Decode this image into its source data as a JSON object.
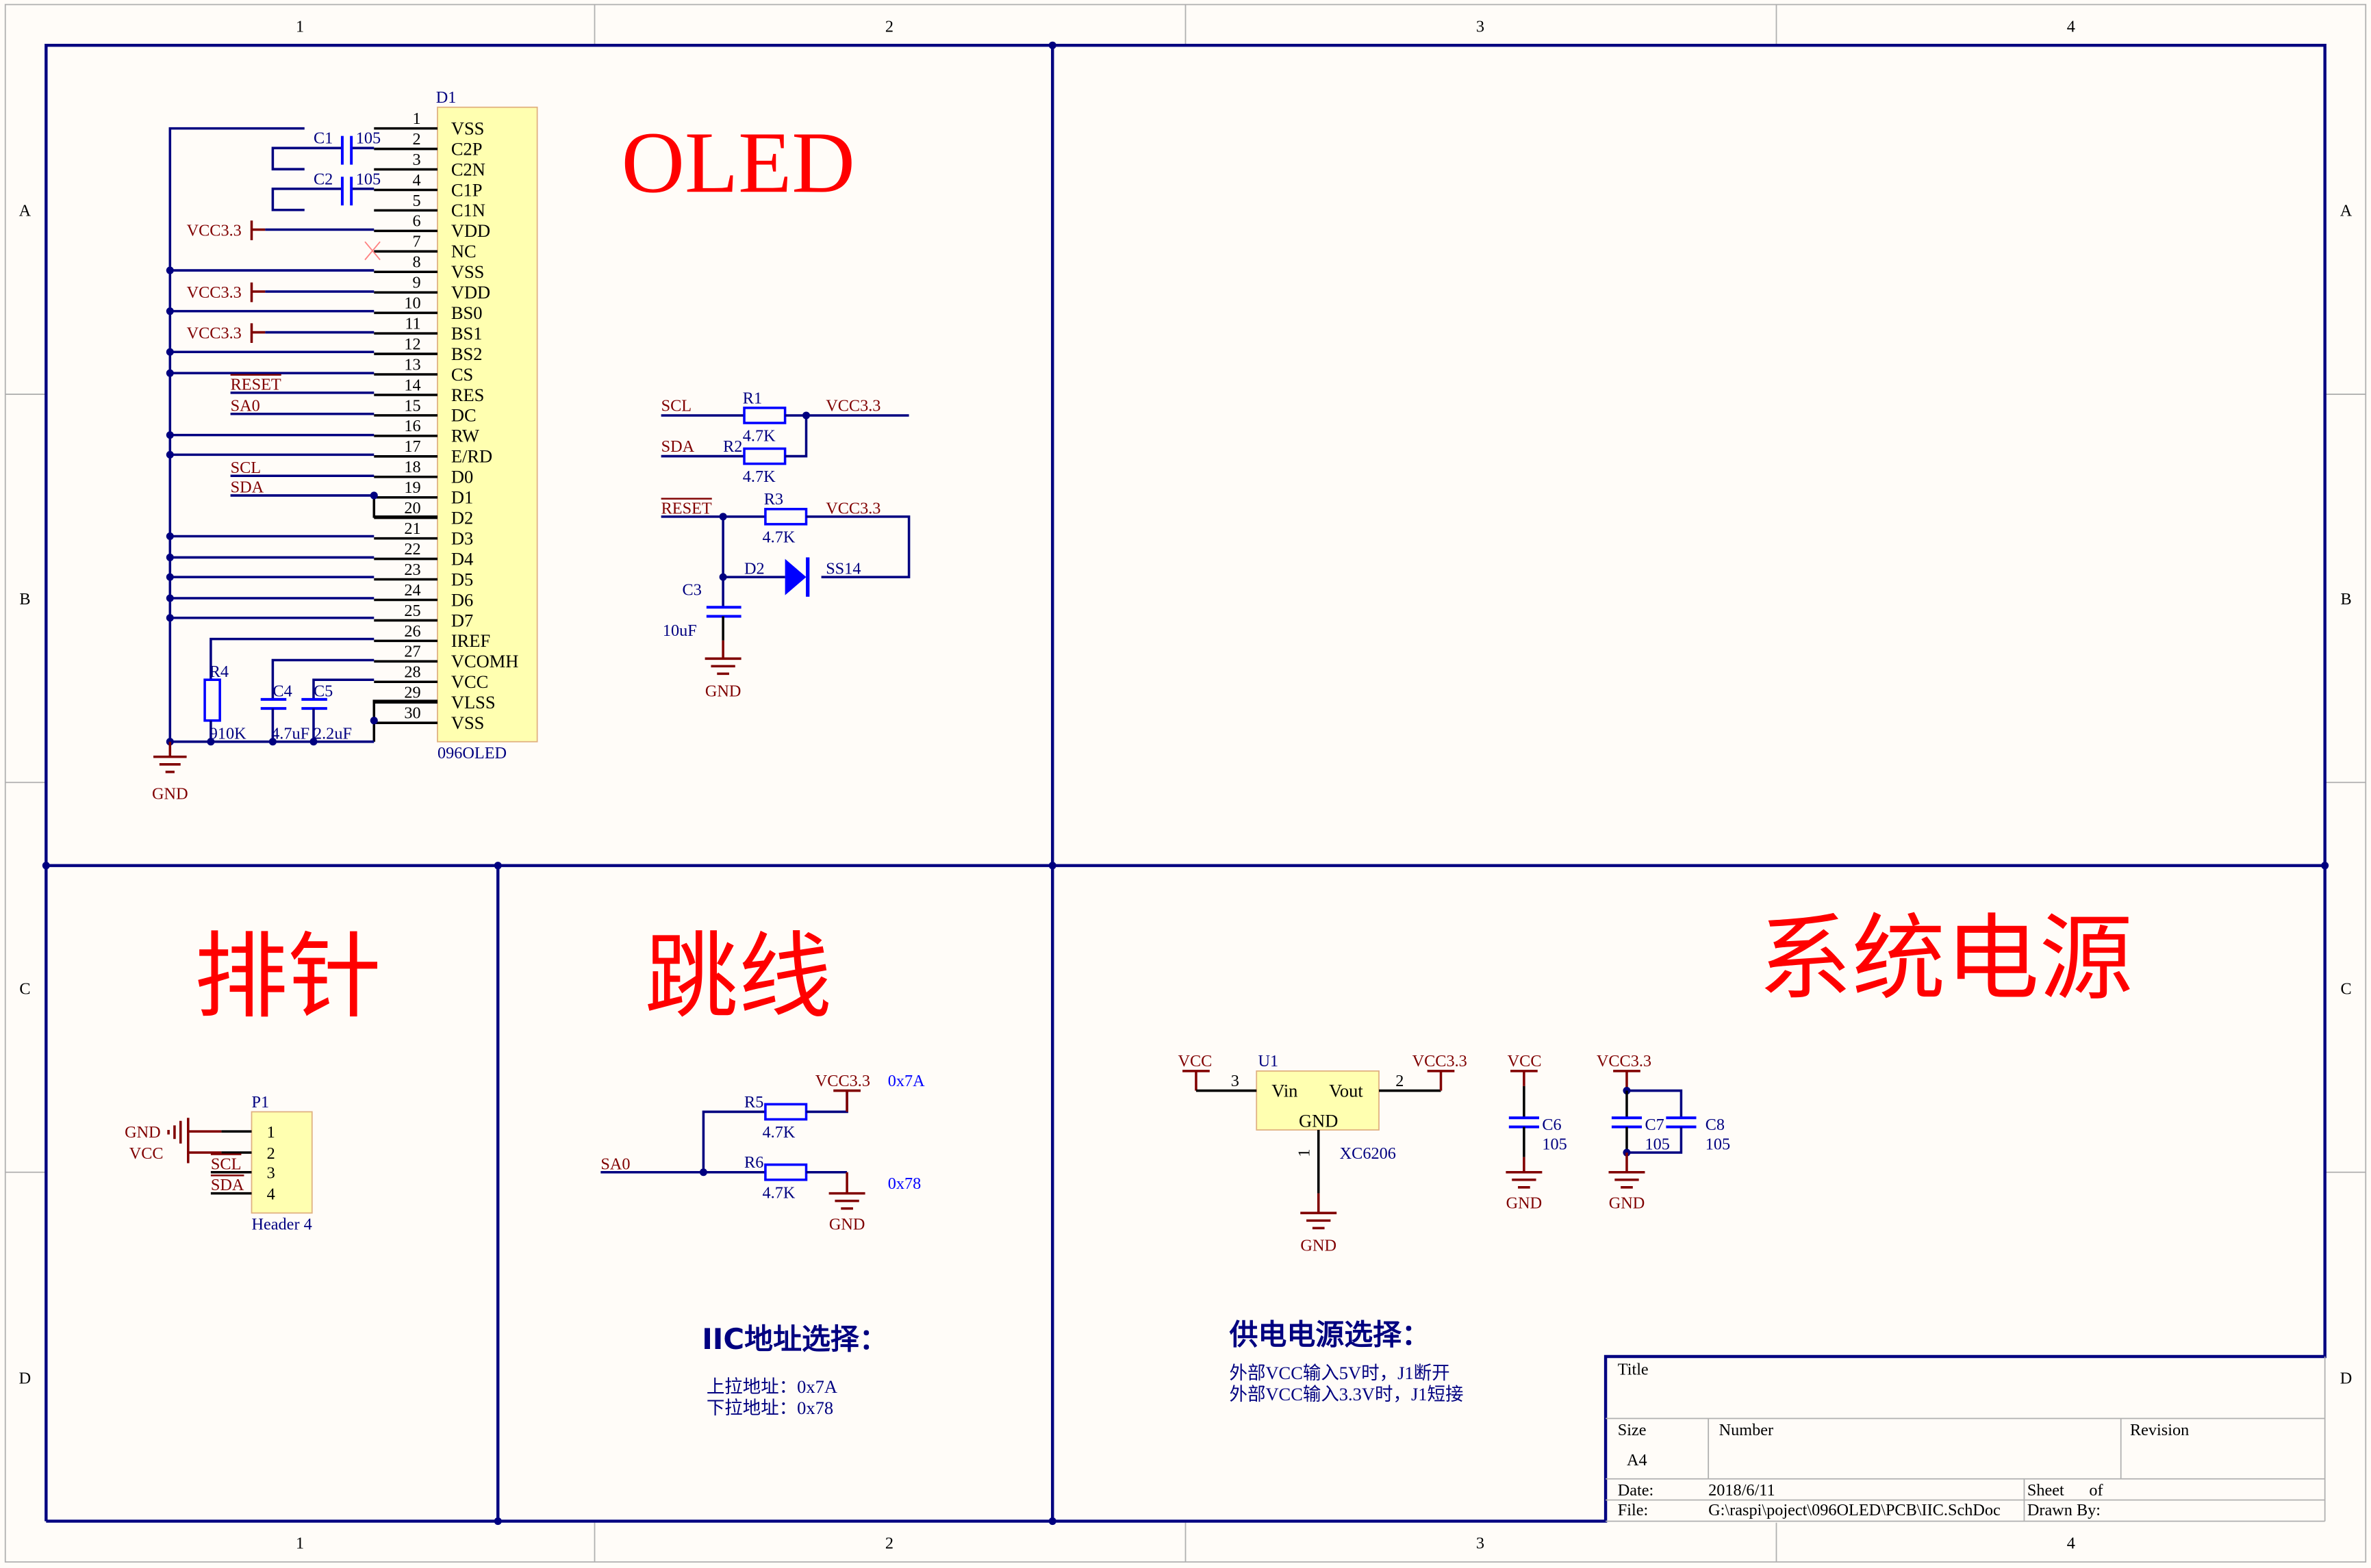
{
  "sheet": {
    "col_labels": [
      "1",
      "2",
      "3",
      "4"
    ],
    "row_labels": [
      "A",
      "B",
      "C",
      "D"
    ],
    "colors": {
      "wire": "#000080",
      "net_label": "#800000",
      "part_fill": "#ffffb0",
      "heading": "#ff0000",
      "background": "#fffcf8"
    }
  },
  "sections": {
    "oled": "OLED",
    "header": "排针",
    "jumper": "跳线",
    "power": "系统电源"
  },
  "d1": {
    "designator": "D1",
    "comment": "096OLED",
    "pins": [
      {
        "num": "1",
        "name": "VSS"
      },
      {
        "num": "2",
        "name": "C2P"
      },
      {
        "num": "3",
        "name": "C2N"
      },
      {
        "num": "4",
        "name": "C1P"
      },
      {
        "num": "5",
        "name": "C1N"
      },
      {
        "num": "6",
        "name": "VDD"
      },
      {
        "num": "7",
        "name": "NC"
      },
      {
        "num": "8",
        "name": "VSS"
      },
      {
        "num": "9",
        "name": "VDD"
      },
      {
        "num": "10",
        "name": "BS0"
      },
      {
        "num": "11",
        "name": "BS1"
      },
      {
        "num": "12",
        "name": "BS2"
      },
      {
        "num": "13",
        "name": "CS"
      },
      {
        "num": "14",
        "name": "RES"
      },
      {
        "num": "15",
        "name": "DC"
      },
      {
        "num": "16",
        "name": "RW"
      },
      {
        "num": "17",
        "name": "E/RD"
      },
      {
        "num": "18",
        "name": "D0"
      },
      {
        "num": "19",
        "name": "D1"
      },
      {
        "num": "20",
        "name": "D2"
      },
      {
        "num": "21",
        "name": "D3"
      },
      {
        "num": "22",
        "name": "D4"
      },
      {
        "num": "23",
        "name": "D5"
      },
      {
        "num": "24",
        "name": "D6"
      },
      {
        "num": "25",
        "name": "D7"
      },
      {
        "num": "26",
        "name": "IREF"
      },
      {
        "num": "27",
        "name": "VCOMH"
      },
      {
        "num": "28",
        "name": "VCC"
      },
      {
        "num": "29",
        "name": "VLSS"
      },
      {
        "num": "30",
        "name": "VSS"
      }
    ],
    "net_labels": {
      "vcc33_a": "VCC3.3",
      "vcc33_b": "VCC3.3",
      "vcc33_c": "VCC3.3",
      "reset": "RESET",
      "sa0": "SA0",
      "scl": "SCL",
      "sda": "SDA",
      "gnd": "GND"
    },
    "c1": {
      "des": "C1",
      "val": "105"
    },
    "c2": {
      "des": "C2",
      "val": "105"
    },
    "r4": {
      "des": "R4",
      "val": "910K"
    },
    "c4": {
      "des": "C4",
      "val": "4.7uF"
    },
    "c5": {
      "des": "C5",
      "val": "2.2uF"
    }
  },
  "pullups": {
    "scl": "SCL",
    "sda": "SDA",
    "vcc": "VCC3.3",
    "r1": {
      "des": "R1",
      "val": "4.7K"
    },
    "r2": {
      "des": "R2",
      "val": "4.7K"
    }
  },
  "reset": {
    "net": "RESET",
    "vcc": "VCC3.3",
    "gnd": "GND",
    "r3": {
      "des": "R3",
      "val": "4.7K"
    },
    "d2": {
      "des": "D2",
      "val": "SS14"
    },
    "c3": {
      "des": "C3",
      "val": "10uF"
    }
  },
  "p1": {
    "designator": "P1",
    "comment": "Header 4",
    "pins": [
      "1",
      "2",
      "3",
      "4"
    ],
    "nets": {
      "gnd": "GND",
      "vcc": "VCC",
      "scl": "SCL",
      "sda": "SDA"
    }
  },
  "jumper": {
    "sa0": "SA0",
    "vcc": "VCC3.3",
    "gnd": "GND",
    "addr_hi": "0x7A",
    "addr_lo": "0x78",
    "r5": {
      "des": "R5",
      "val": "4.7K"
    },
    "r6": {
      "des": "R6",
      "val": "4.7K"
    }
  },
  "power": {
    "u1": {
      "des": "U1",
      "comment": "XC6206",
      "vin": "Vin",
      "vout": "Vout",
      "gnd": "GND",
      "pin_in": "3",
      "pin_out": "2",
      "pin_gnd": "1"
    },
    "vcc_in": "VCC",
    "vcc_out": "VCC3.3",
    "gnd": "GND",
    "c6": {
      "des": "C6",
      "val": "105",
      "top": "VCC",
      "bot": "GND"
    },
    "c7": {
      "des": "C7",
      "val": "105"
    },
    "c8": {
      "des": "C8",
      "val": "105"
    },
    "c78_top": "VCC3.3",
    "c78_bot": "GND"
  },
  "notes": {
    "iic_head": "IIC地址选择：",
    "iic_line1": "上拉地址：0x7A",
    "iic_line2": "下拉地址：0x78",
    "pwr_head": "供电电源选择：",
    "pwr_line1": "外部VCC输入5V时，J1断开",
    "pwr_line2": "外部VCC输入3.3V时，J1短接"
  },
  "title_block": {
    "title_label": "Title",
    "size_label": "Size",
    "size_value": "A4",
    "number_label": "Number",
    "revision_label": "Revision",
    "date_label": "Date:",
    "date_value": "2018/6/11",
    "sheet_label": "Sheet",
    "of_label": "of",
    "file_label": "File:",
    "file_value": "G:\\raspi\\poject\\096OLED\\PCB\\IIC.SchDoc",
    "drawn_label": "Drawn By:"
  }
}
